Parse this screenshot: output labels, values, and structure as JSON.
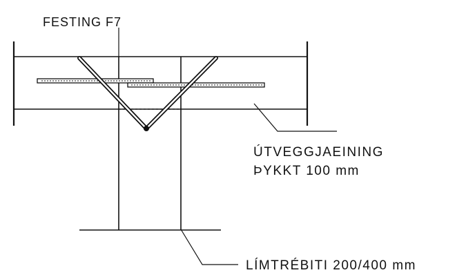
{
  "labels": {
    "fastener": "FESTING F7",
    "wall_element_line1": "ÚTVEGGJAEINING",
    "wall_element_line2": "ÞYKKT 100 mm",
    "beam": "LÍMTRÉBITI 200/400 mm"
  },
  "colors": {
    "ink": "#111111",
    "paper": "#ffffff"
  }
}
